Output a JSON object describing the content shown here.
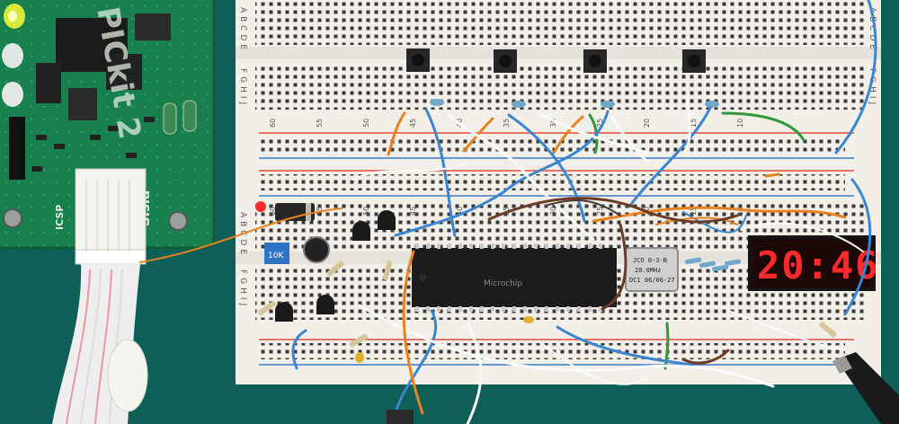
{
  "programmer": {
    "name": "PICkit 2",
    "side_label": "Sisia",
    "port_label": "ICSP"
  },
  "breadboard": {
    "row_letters_top": "ABCDE",
    "row_letters_bottom": "FGHIJ",
    "column_numbers_top": [
      "60",
      "55",
      "50",
      "45",
      "40",
      "35",
      "30",
      "25",
      "20",
      "15",
      "10"
    ],
    "column_numbers_bottom": [
      "60",
      "55",
      "50",
      "45",
      "40",
      "35",
      "30",
      "25",
      "20",
      "15",
      "10"
    ]
  },
  "components": {
    "trimmer_label": "10K",
    "microcontroller_label": "Microchip",
    "crystal_lines": [
      "JCO 0-3-B",
      "20.0MHz",
      "DC1 06/06-27"
    ]
  },
  "display": {
    "time_text": "20:46"
  },
  "colors": {
    "pcb": "#17804e",
    "table": "#0d5f58",
    "breadboard": "#f1efe8",
    "display_red": "#ff2a2a"
  }
}
